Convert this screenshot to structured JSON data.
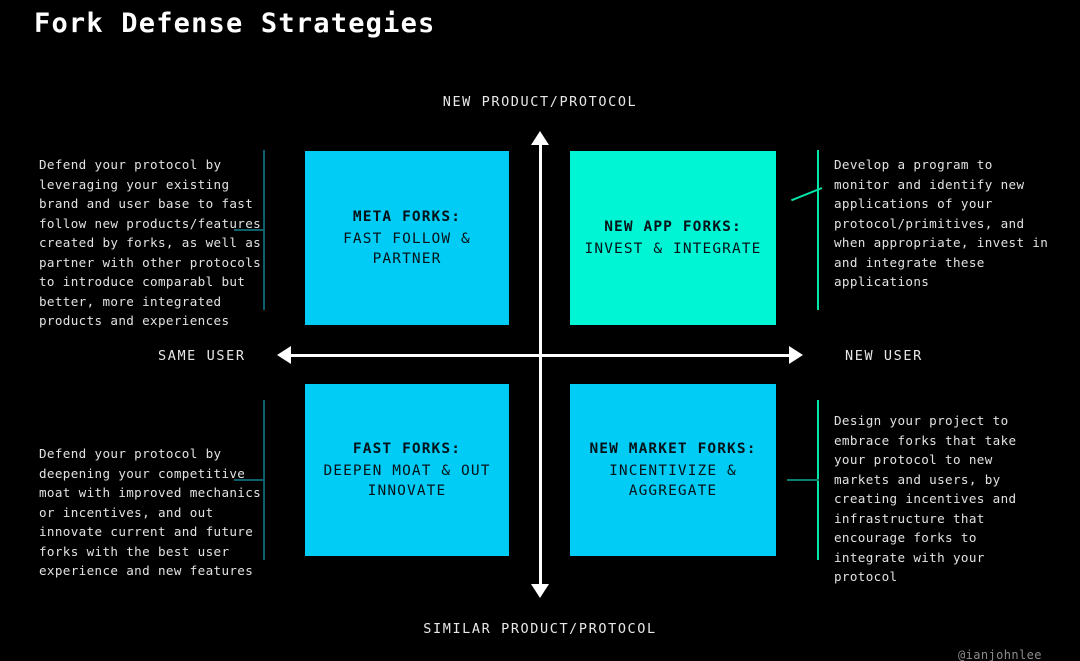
{
  "page": {
    "title": "Fork Defense Strategies",
    "background_color": "#000000",
    "watermark": "@ianjohnlee"
  },
  "axes": {
    "top_label": "NEW PRODUCT/PROTOCOL",
    "bottom_label": "SIMILAR PRODUCT/PROTOCOL",
    "left_label": "SAME USER",
    "right_label": "NEW USER",
    "line_color": "#ffffff"
  },
  "quadrants": [
    {
      "id": "top-left",
      "title": "META FORKS:",
      "subtitle": "FAST FOLLOW &\nPARTNER",
      "color": "#00ccf5"
    },
    {
      "id": "top-right",
      "title": "NEW APP FORKS:",
      "subtitle": "INVEST &\nINTEGRATE",
      "color": "#00f5d4"
    },
    {
      "id": "bottom-left",
      "title": "FAST FORKS:",
      "subtitle": "DEEPEN MOAT &\nOUT INNOVATE",
      "color": "#00ccf5"
    },
    {
      "id": "bottom-right",
      "title": "NEW MARKET FORKS:",
      "subtitle": "INCENTIVIZE &\nAGGREGATE",
      "color": "#00ccf5"
    }
  ],
  "annotations": [
    {
      "id": "top-left-note",
      "text": "Defend your protocol by leveraging your existing brand and user base to fast follow new products/features created by forks, as well as partner with other protocols to introduce comparabl but better, more integrated products and experiences",
      "connector_color": "#0d5f6b"
    },
    {
      "id": "bottom-left-note",
      "text": "Defend your protocol by deepening your competitive moat with improved mechanics or incentives, and out innovate current and future forks with the best user experience and new features",
      "connector_color": "#0d5f6b"
    },
    {
      "id": "top-right-note",
      "text": "Develop a program to monitor and identify new applications of your protocol/primitives, and when appropriate, invest in and integrate these applications",
      "connector_color": "#00e5a8"
    },
    {
      "id": "bottom-right-note",
      "text": "Design your project to embrace forks that take your protocol to new markets and users, by creating incentives and infrastructure that encourage forks to integrate with your protocol",
      "connector_color": "#0a7f6d"
    }
  ]
}
